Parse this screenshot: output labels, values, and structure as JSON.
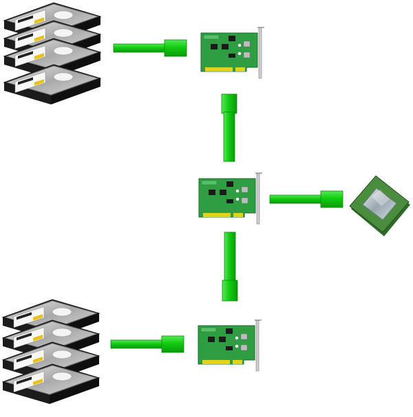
{
  "diagram": {
    "nodes": [
      {
        "id": "disk-stack-top",
        "kind": "hard-disk-stack",
        "disks": 4
      },
      {
        "id": "controller-card-top",
        "kind": "expansion-card"
      },
      {
        "id": "controller-card-middle",
        "kind": "expansion-card"
      },
      {
        "id": "processor-chip",
        "kind": "cpu"
      },
      {
        "id": "controller-card-bottom",
        "kind": "expansion-card"
      },
      {
        "id": "disk-stack-bottom",
        "kind": "hard-disk-stack",
        "disks": 4
      }
    ],
    "links": [
      {
        "from": "disk-stack-top",
        "to": "controller-card-top",
        "type": "green-tube-connector"
      },
      {
        "from": "controller-card-top",
        "to": "controller-card-middle",
        "type": "green-tube-connector"
      },
      {
        "from": "controller-card-middle",
        "to": "processor-chip",
        "type": "green-tube-connector"
      },
      {
        "from": "controller-card-middle",
        "to": "controller-card-bottom",
        "type": "green-tube-connector"
      },
      {
        "from": "disk-stack-bottom",
        "to": "controller-card-bottom",
        "type": "green-tube-connector"
      }
    ],
    "colors": {
      "connector": "#11cc11",
      "connector_dark": "#0a8a0a",
      "board": "#2f9e43",
      "board_dark": "#1d6b2c",
      "gold": "#e3d21a",
      "disk_body": "#2a2a2a",
      "disk_platter": "#c9c9c9",
      "disk_label": "#f2f2f2",
      "cpu_substrate": "#3f7f35",
      "cpu_die": "#b8c4cc"
    }
  }
}
